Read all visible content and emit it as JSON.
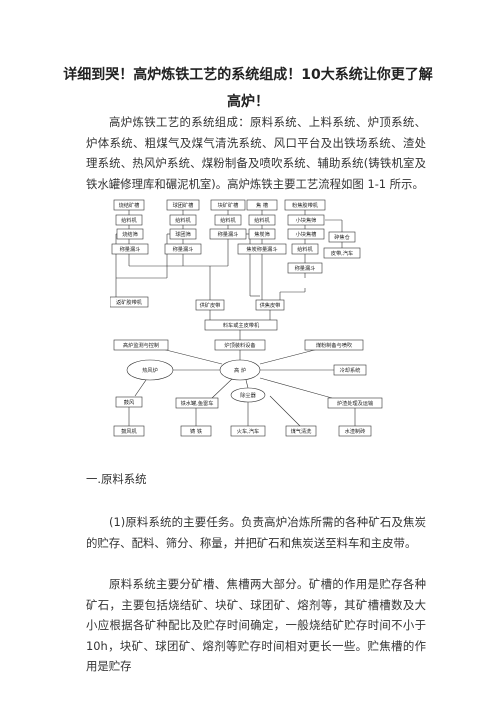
{
  "article": {
    "title": "详细到哭！高炉炼铁工艺的系统组成！10大系统让你更了解高炉！",
    "intro": "高炉炼铁工艺的系统组成：原料系统、上料系统、炉顶系统、炉体系统、粗煤气及煤气清洗系统、风口平台及出铁场系统、渣处理系统、热风炉系统、煤粉制备及喷吹系统、辅助系统(铸铁机室及铁水罐修理库和碾泥机室)。高炉炼铁主要工艺流程如图 1-1 所示。",
    "section1_heading": "一.原料系统",
    "section1_p1": "(1)原料系统的主要任务。负责高炉冶炼所需的各种矿石及焦炭的贮存、配料、筛分、称量，并把矿石和焦炭送至料车和主皮带。",
    "section1_p2": "原料系统主要分矿槽、焦槽两大部分。矿槽的作用是贮存各种矿石，主要包括烧结矿、块矿、球团矿、熔剂等，其矿槽槽数及大小应根据各矿种配比及贮存时间确定，一般烧结矿贮存时间不小于 10h，块矿、球团矿、熔剂等贮存时间相对更长一些。贮焦槽的作用是贮存"
  },
  "flowchart": {
    "row1": [
      "烧结矿槽",
      "球团矿槽",
      "块矿矿槽",
      "焦  槽",
      "粉焦胶带机"
    ],
    "row2": [
      "给料机",
      "给料机",
      "给料机",
      "给料机",
      "小块焦筛"
    ],
    "row3": [
      "烧结筛",
      "球团筛",
      "称量漏斗",
      "焦炭筛",
      "小块焦槽"
    ],
    "row4": [
      "称量漏斗",
      "称量漏斗",
      "焦炭称量漏斗",
      "给料机"
    ],
    "side_a": "碎焦仓",
    "side_b": "皮带,汽车",
    "left_conveyor": "返矿胶带机",
    "ore_conveyor": "供矿皮带",
    "coke_conveyor": "供焦皮带",
    "weigh_hopper": "称量漏斗",
    "main_conveyor": "料车或主皮带机",
    "top_left": "高炉监测与控制",
    "top_mid": "炉顶装料设备",
    "top_right": "煤粉制备与喷吹",
    "hot_stove": "热风炉",
    "furnace": "高  炉",
    "cooling": "冷却系统",
    "dust": "除尘器",
    "air": "鼓风",
    "ladle": "铁水罐,鱼雷车",
    "slag_treat": "炉渣处理及运输",
    "blower": "鼓风机",
    "casting": "铸  铁",
    "train": "火车,汽车",
    "gas_clean": "煤气清洗",
    "water_slag": "水渣制砖"
  }
}
